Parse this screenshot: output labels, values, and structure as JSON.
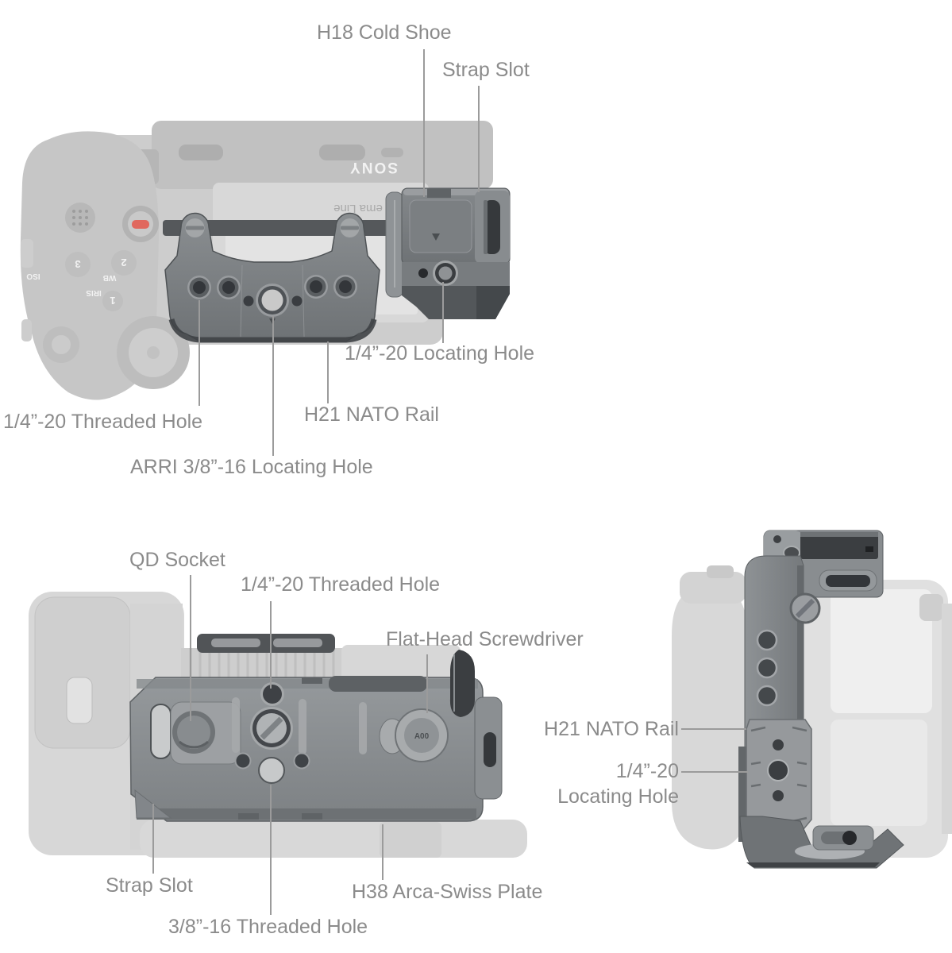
{
  "colors": {
    "background": "#ffffff",
    "label_text": "#8b8b8b",
    "leader_line": "#9b9b9b",
    "cage_gray": "#7d8184",
    "cage_dark": "#3b3e41",
    "ghost_gray": "#d7d7d7",
    "rec_red": "#e4574b"
  },
  "back_view": {
    "labels": {
      "h18_cold_shoe": "H18 Cold Shoe",
      "strap_slot": "Strap Slot",
      "quarter20_locating_hole": "1/4”-20 Locating Hole",
      "quarter20_threaded_hole": "1/4”-20 Threaded Hole",
      "h21_nato_rail": "H21 NATO Rail",
      "arri_locating_hole": "ARRI 3/8”-16 Locating Hole"
    },
    "camera_markings": {
      "brand": "SONY",
      "cinema_line_partial": "ema Line",
      "iso": "ISO",
      "wb": "WB",
      "iris": "IRIS",
      "button_1": "1",
      "button_2": "2",
      "button_3": "3"
    }
  },
  "bottom_view": {
    "labels": {
      "qd_socket": "QD Socket",
      "quarter20_threaded_hole": "1/4”-20 Threaded Hole",
      "flat_head_screwdriver": "Flat-Head Screwdriver",
      "strap_slot": "Strap Slot",
      "h38_arca_swiss_plate": "H38 Arca-Swiss Plate",
      "three_eighths_threaded_hole": "3/8”-16 Threaded Hole"
    },
    "markings": {
      "screwdriver_code": "A00"
    }
  },
  "side_view": {
    "labels": {
      "h21_nato_rail": "H21 NATO Rail",
      "quarter20": "1/4”-20",
      "locating_hole": "Locating Hole"
    }
  }
}
